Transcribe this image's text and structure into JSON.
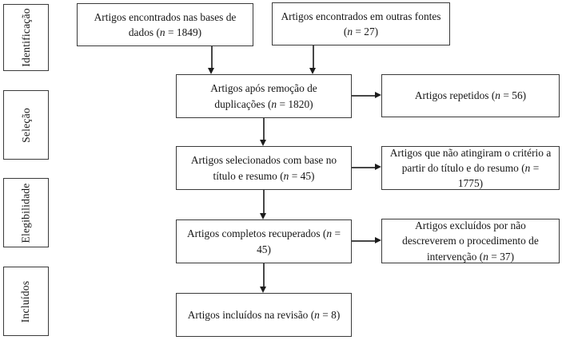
{
  "format": {
    "open_paren": " (",
    "n_symbol": "n",
    "equals": " = ",
    "close_paren": ")"
  },
  "sidebar": {
    "stages": [
      {
        "label": "Identificação"
      },
      {
        "label": "Seleção"
      },
      {
        "label": "Elegibilidade"
      },
      {
        "label": "Incluídos"
      }
    ]
  },
  "flow": {
    "boxes": [
      {
        "id": "found-databases",
        "text": "Artigos encontrados nas bases de dados",
        "n": "1849"
      },
      {
        "id": "found-other",
        "text": "Artigos encontrados em outras fontes",
        "n": "27"
      },
      {
        "id": "after-dedup",
        "text": "Artigos após remoção de duplicações",
        "n": "1820"
      },
      {
        "id": "duplicates",
        "text": "Artigos repetidos",
        "n": "56"
      },
      {
        "id": "screened",
        "text": "Artigos selecionados com base no título e resumo",
        "n": "45"
      },
      {
        "id": "failed-criteria",
        "text": "Artigos que não atingiram o critério a partir do título e do resumo",
        "n": "1775"
      },
      {
        "id": "fulltext-retrieved",
        "text": "Artigos completos recuperados",
        "n": "45"
      },
      {
        "id": "excluded-no-proc",
        "text": "Artigos excluídos por não descreverem o procedimento de intervenção",
        "n": "37"
      },
      {
        "id": "included-review",
        "text": "Artigos incluídos na revisão",
        "n": "8"
      }
    ]
  }
}
